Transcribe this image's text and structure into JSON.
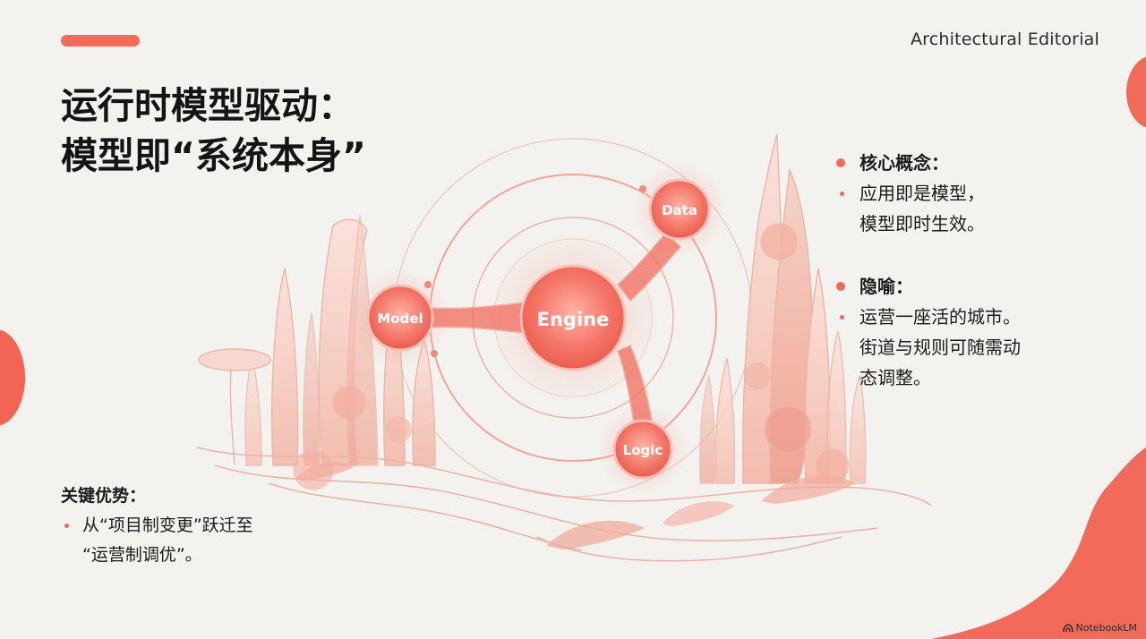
{
  "brand": "Architectural Editorial",
  "title": {
    "line1": "运行时模型驱动：",
    "line2": "模型即“系统本身”"
  },
  "diagram": {
    "center": "Engine",
    "nodes": {
      "model": "Model",
      "data": "Data",
      "logic": "Logic"
    }
  },
  "core_concept": {
    "heading": "核心概念：",
    "lines": [
      "应用即是模型，",
      "模型即时生效。"
    ]
  },
  "metaphor": {
    "heading": "隐喻：",
    "lines": [
      "运营一座活的城市。",
      "街道与规则可随需动",
      "态调整。"
    ]
  },
  "key_advantage": {
    "heading": "关键优势：",
    "lines": [
      "从“项目制变更”跃迁至",
      "“运营制调优”。"
    ]
  },
  "watermark": "NotebookLM",
  "colors": {
    "accent": "#f26a5a",
    "background": "#f3f2ef",
    "text": "#1b1b1b"
  },
  "icons": [
    "notebooklm-logo-icon"
  ]
}
